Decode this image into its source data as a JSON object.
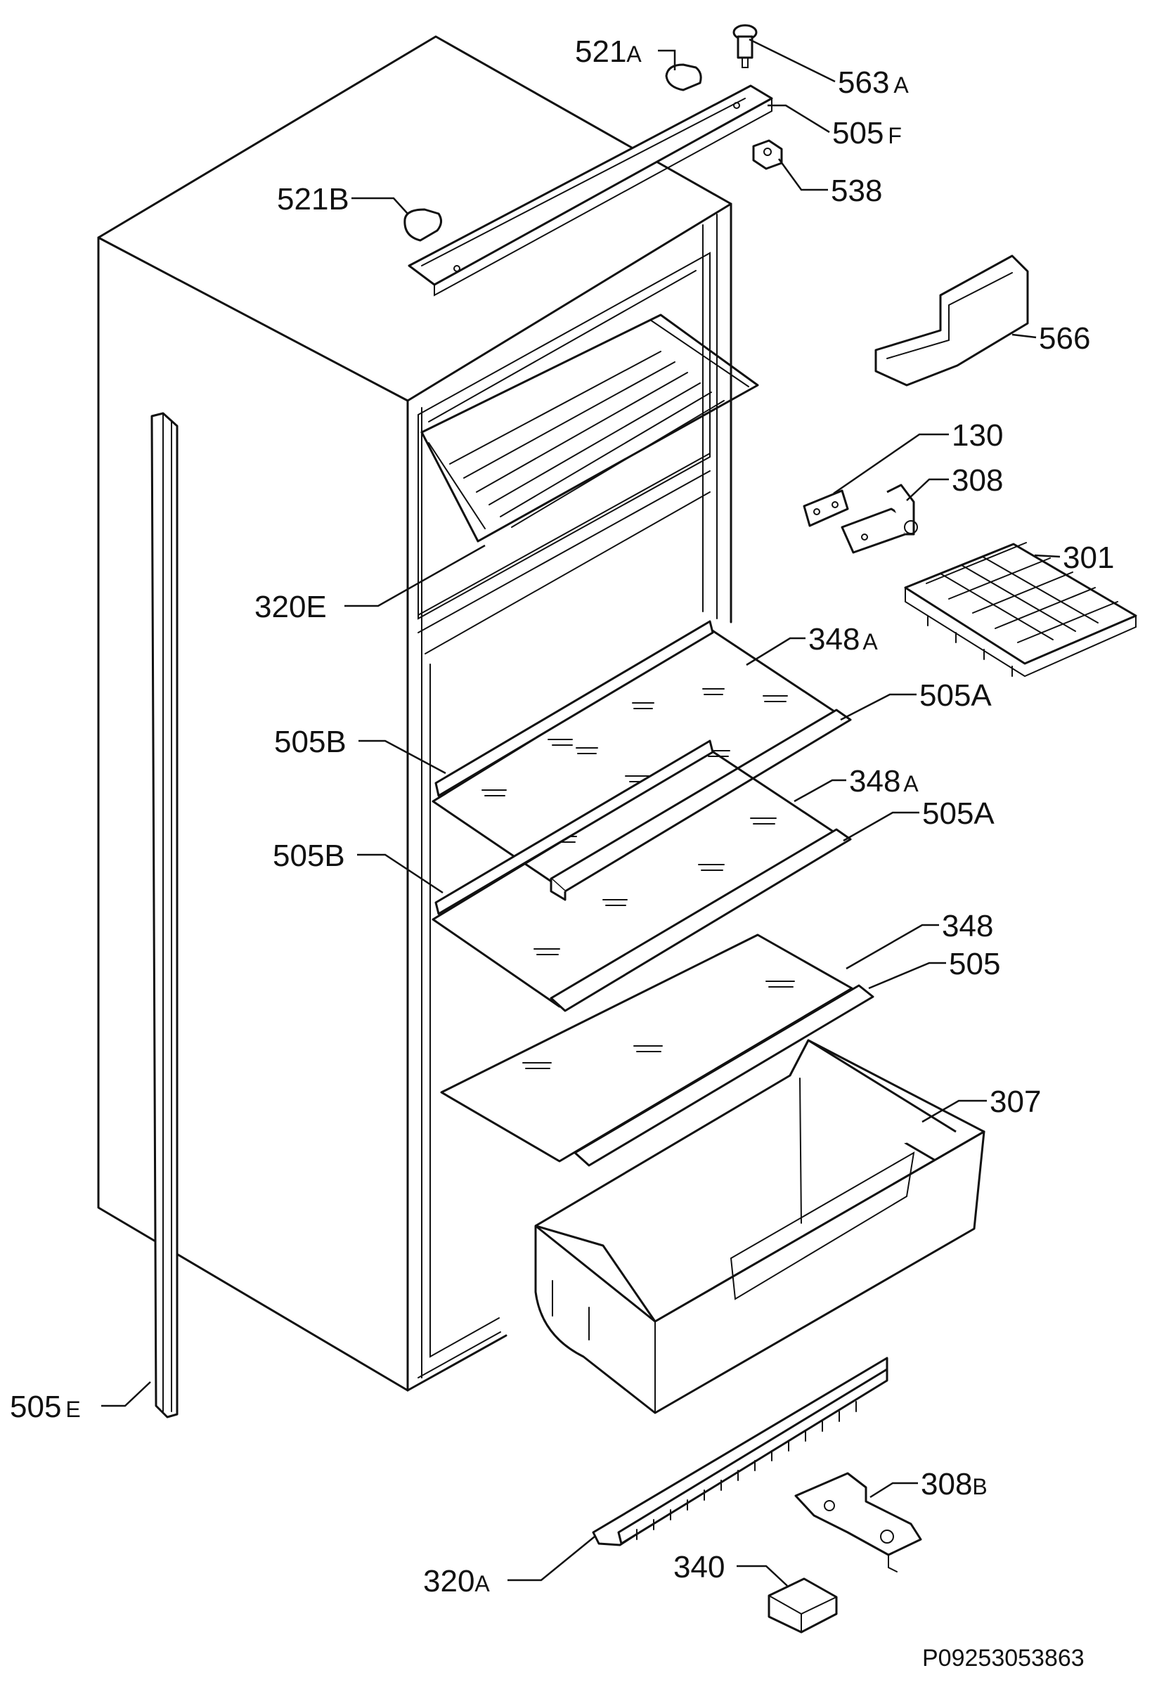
{
  "diagram": {
    "drawing_code": "P09253053863",
    "callouts": [
      {
        "id": "521a",
        "num": "521",
        "suf": "A"
      },
      {
        "id": "563a",
        "num": "563",
        "suf": "A"
      },
      {
        "id": "505f",
        "num": "505",
        "suf": "F"
      },
      {
        "id": "538",
        "num": "538",
        "suf": ""
      },
      {
        "id": "521b",
        "num": "521B",
        "suf": ""
      },
      {
        "id": "566",
        "num": "566",
        "suf": ""
      },
      {
        "id": "130",
        "num": "130",
        "suf": ""
      },
      {
        "id": "308",
        "num": "308",
        "suf": ""
      },
      {
        "id": "301",
        "num": "301",
        "suf": ""
      },
      {
        "id": "320e",
        "num": "320E",
        "suf": ""
      },
      {
        "id": "348a-1",
        "num": "348",
        "suf": "A"
      },
      {
        "id": "505a-1",
        "num": "505A",
        "suf": ""
      },
      {
        "id": "505b-1",
        "num": "505B",
        "suf": ""
      },
      {
        "id": "348a-2",
        "num": "348",
        "suf": "A"
      },
      {
        "id": "505a-2",
        "num": "505A",
        "suf": ""
      },
      {
        "id": "505b-2",
        "num": "505B",
        "suf": ""
      },
      {
        "id": "348",
        "num": "348",
        "suf": ""
      },
      {
        "id": "505",
        "num": "505",
        "suf": ""
      },
      {
        "id": "307",
        "num": "307",
        "suf": ""
      },
      {
        "id": "505e",
        "num": "505",
        "suf": "E"
      },
      {
        "id": "308b",
        "num": "308",
        "suf": "B"
      },
      {
        "id": "320a",
        "num": "320",
        "suf": "A"
      },
      {
        "id": "340",
        "num": "340",
        "suf": ""
      }
    ]
  }
}
